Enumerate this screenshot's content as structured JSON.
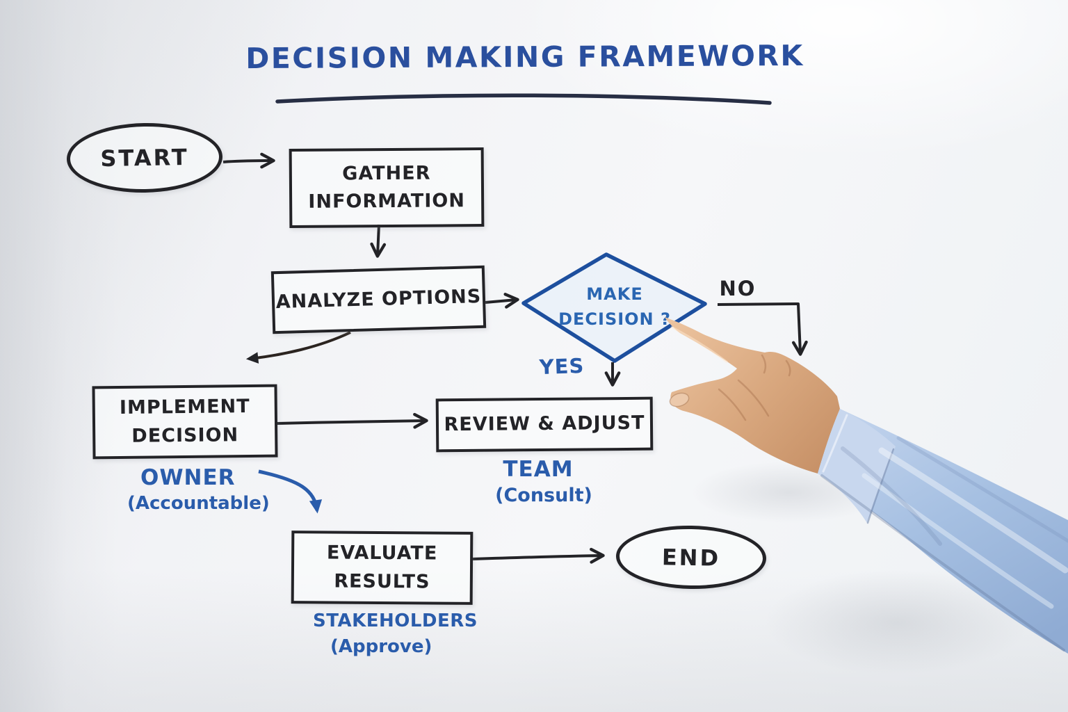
{
  "title": "DECISION MAKING FRAMEWORK",
  "nodes": {
    "start": "START",
    "gather": "GATHER\nINFORMATION",
    "analyze": "ANALYZE OPTIONS",
    "decision": "MAKE\nDECISION ?",
    "review": "REVIEW & ADJUST",
    "implement": "IMPLEMENT\nDECISION",
    "evaluate": "EVALUATE\nRESULTS",
    "end": "END"
  },
  "edge_labels": {
    "yes": "YES",
    "no": "NO"
  },
  "annotations": {
    "team_role": "TEAM",
    "team_raci": "(Consult)",
    "owner_role": "OWNER",
    "owner_raci": "(Accountable)",
    "stakeholders_role": "STAKEHOLDERS",
    "stakeholders_raci": "(Approve)"
  },
  "colors": {
    "marker_black": "#232327",
    "marker_blue": "#2a5cab",
    "diamond_stroke": "#1d4f9e",
    "title_blue": "#2a4f9e",
    "underline": "#272e44",
    "sleeve_blue": "#a9c2e2",
    "cuff_blue": "#c8d7ee",
    "skin_tone": "#d9a87f"
  }
}
